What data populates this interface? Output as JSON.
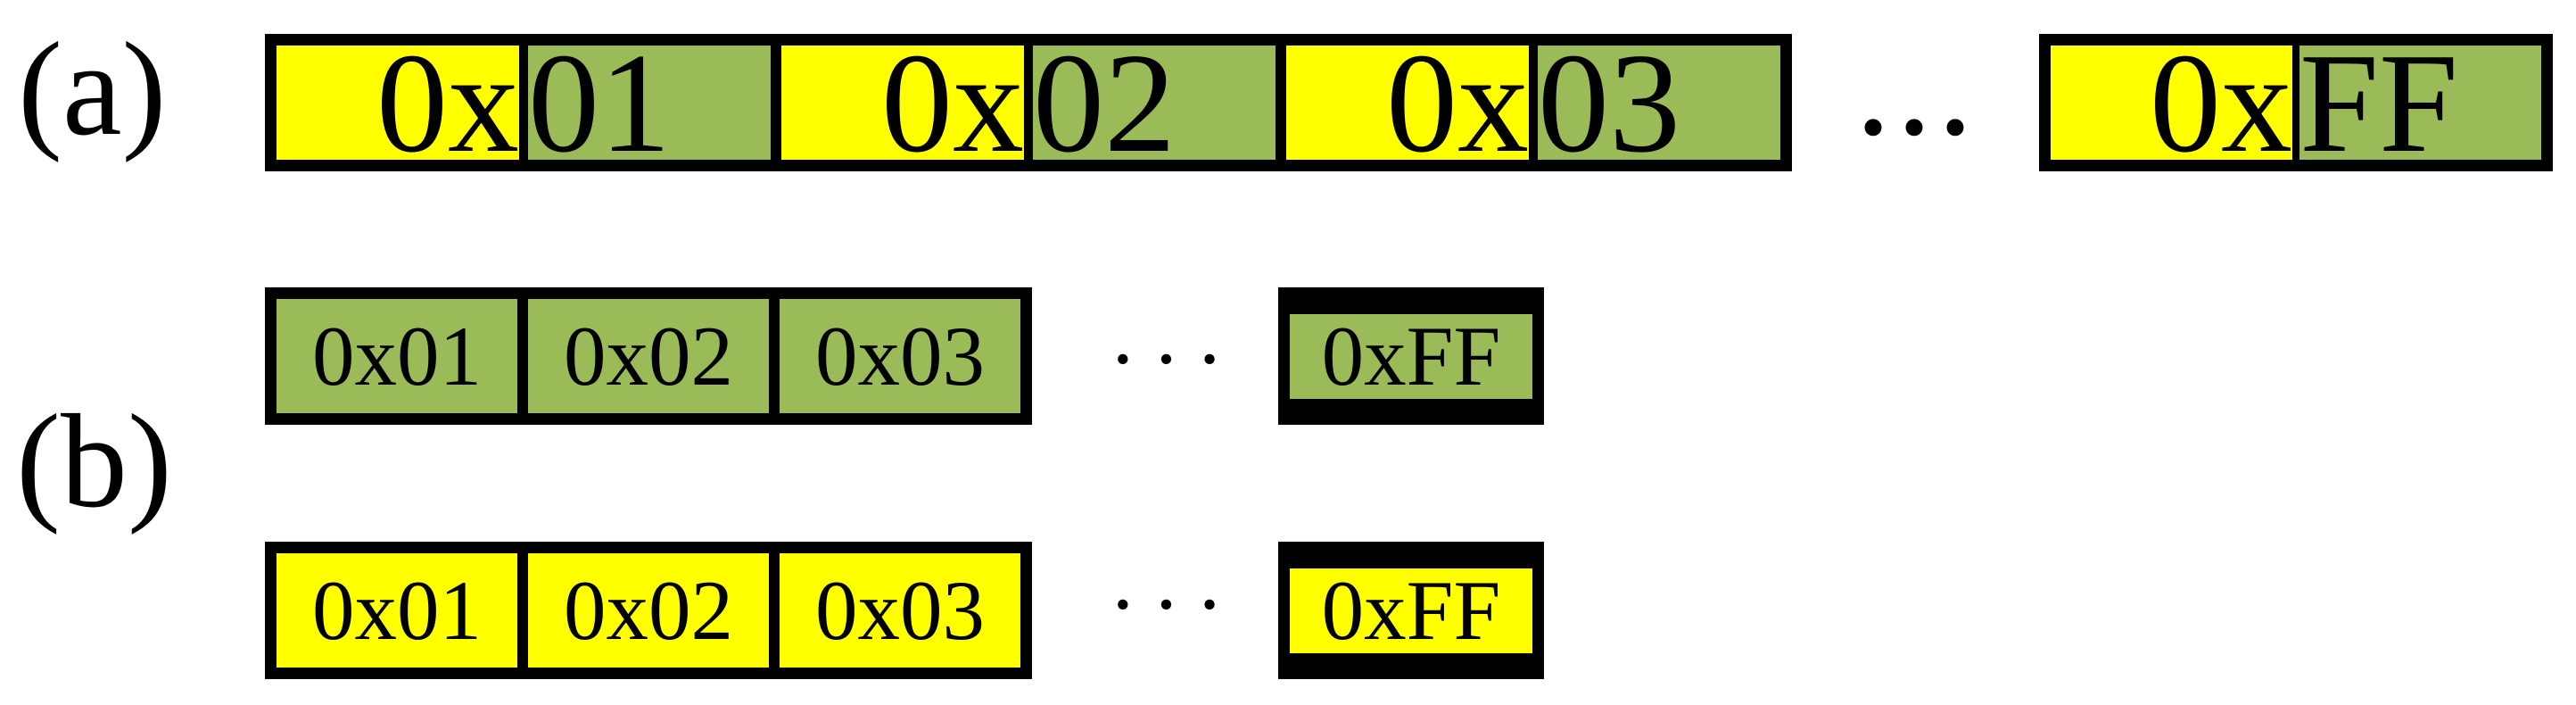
{
  "figure": {
    "label_a": "(a)",
    "label_b": "(b)",
    "row_a": {
      "cells": [
        {
          "prefix": "0x",
          "value": "01"
        },
        {
          "prefix": "0x",
          "value": "02"
        },
        {
          "prefix": "0x",
          "value": "03"
        }
      ],
      "ellipsis": "...",
      "last": {
        "prefix": "0x",
        "value": "FF"
      }
    },
    "row_b": {
      "green": {
        "cells": [
          "0x01",
          "0x02",
          "0x03"
        ],
        "ellipsis": "···",
        "last": "0xFF"
      },
      "yellow": {
        "cells": [
          "0x01",
          "0x02",
          "0x03"
        ],
        "ellipsis": "···",
        "last": "0xFF"
      }
    },
    "colors": {
      "prefix_bg": "#FFFF00",
      "value_bg": "#9BBB59",
      "border": "#000000"
    }
  }
}
